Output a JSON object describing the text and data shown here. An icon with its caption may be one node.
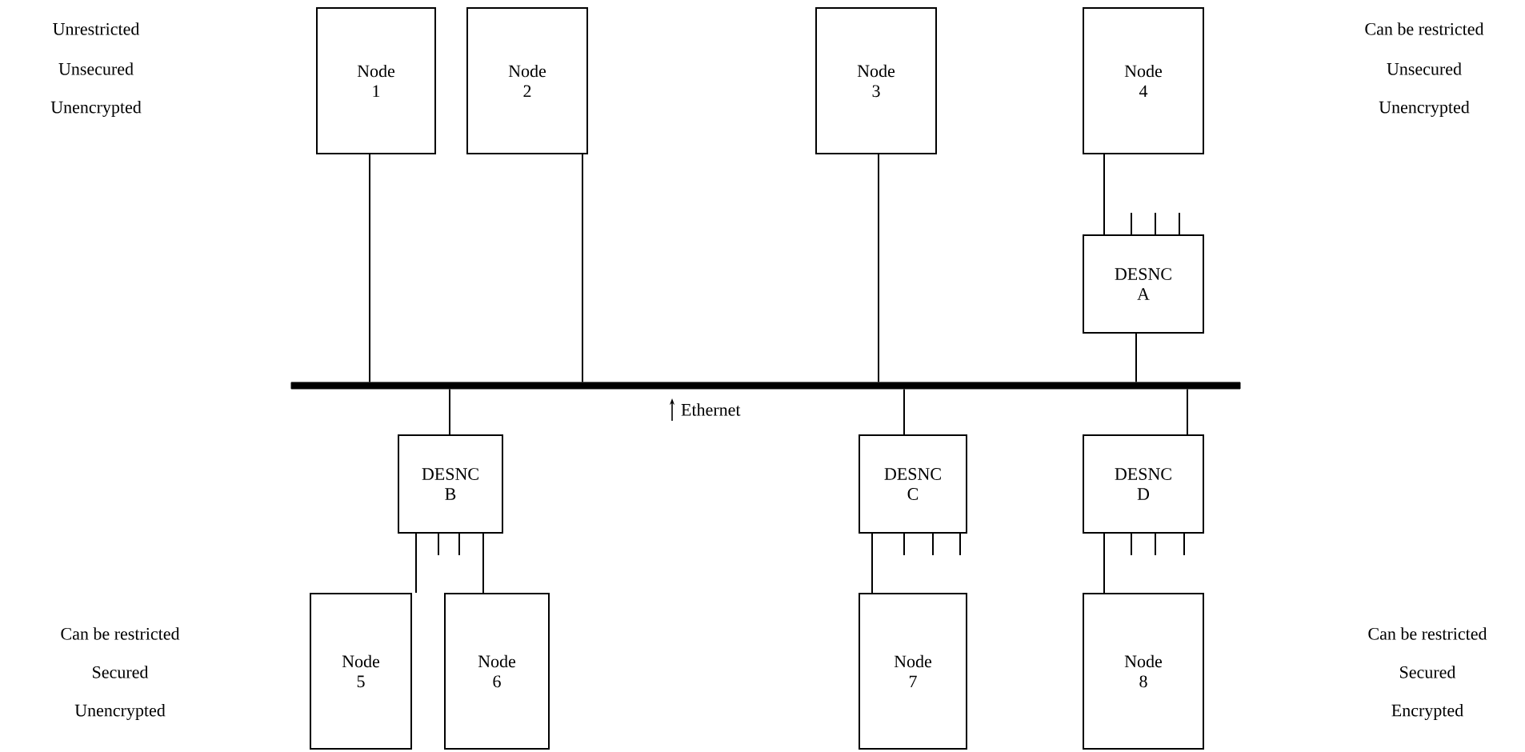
{
  "diagram": {
    "nodes": [
      {
        "text": [
          "Node 1"
        ]
      },
      {
        "text": [
          "Node 2"
        ]
      },
      {
        "text": [
          "Node 3"
        ]
      },
      {
        "text": [
          "Node 4"
        ]
      },
      {
        "text": [
          "DESNC A"
        ]
      },
      {
        "text": [],
        "shape": "bar",
        "beside": [
          "Ethernet"
        ]
      },
      {
        "text": [
          "DESNC B"
        ]
      },
      {
        "text": [
          "DESNC C"
        ]
      },
      {
        "text": [
          "DESNC D"
        ]
      },
      {
        "text": [
          "Node 5"
        ]
      },
      {
        "text": [
          "Node 6"
        ]
      },
      {
        "text": [
          "Node 7"
        ]
      },
      {
        "text": [
          "Node 8"
        ]
      }
    ],
    "edges": [
      {
        "from": 0,
        "to": 5,
        "arrow": "none"
      },
      {
        "from": 1,
        "to": 5,
        "arrow": "none"
      },
      {
        "from": 2,
        "to": 5,
        "arrow": "none"
      },
      {
        "from": 3,
        "to": 4,
        "arrow": "none"
      },
      {
        "from": 4,
        "to": 5,
        "arrow": "none"
      },
      {
        "from": 5,
        "to": 6,
        "arrow": "none"
      },
      {
        "from": 5,
        "to": 7,
        "arrow": "none"
      },
      {
        "from": 5,
        "to": 8,
        "arrow": "none"
      },
      {
        "from": 6,
        "to": 9,
        "arrow": "none"
      },
      {
        "from": 6,
        "to": 10,
        "arrow": "none"
      },
      {
        "from": 7,
        "to": 11,
        "arrow": "none"
      },
      {
        "from": 8,
        "to": 12,
        "arrow": "none"
      }
    ],
    "labels": [
      "Unrestricted",
      "Unsecured",
      "Unencrypted",
      "Can be restricted",
      "Unsecured",
      "Unencrypted",
      "Can be restricted",
      "Secured",
      "Unencrypted",
      "Can be restricted",
      "Secured",
      "Encrypted"
    ]
  }
}
